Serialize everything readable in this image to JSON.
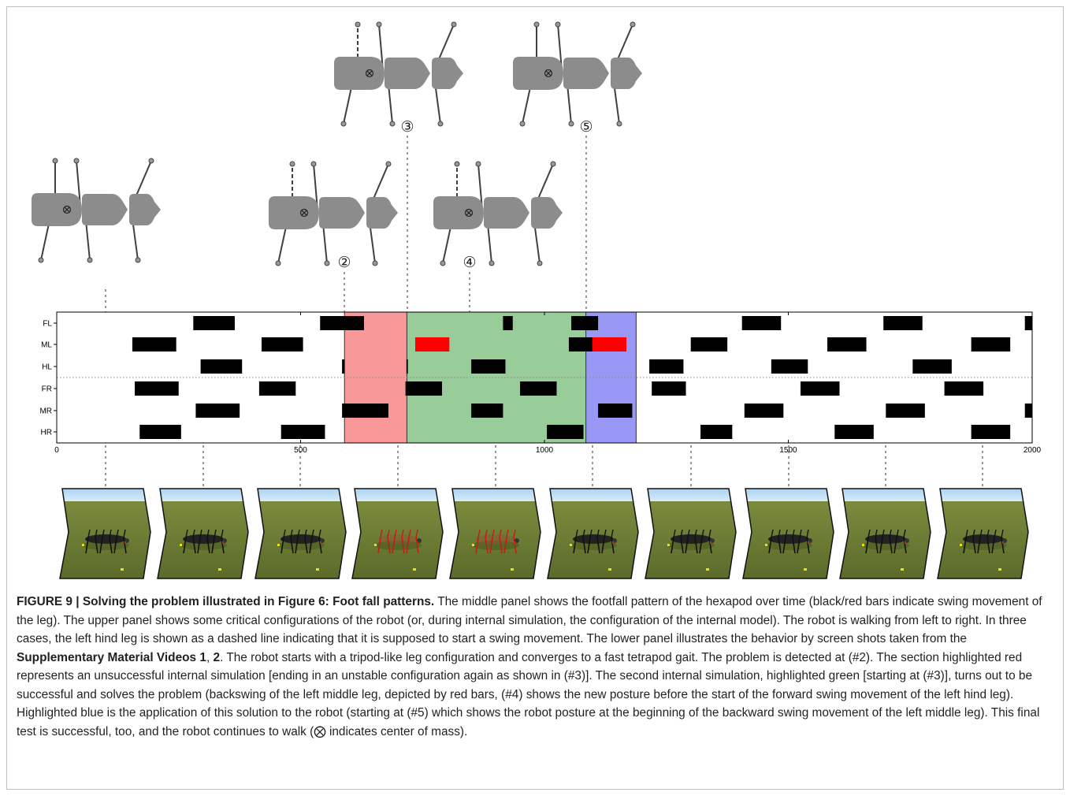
{
  "colors": {
    "swing_bar": "#000000",
    "backswing_bar": "#ff0000",
    "failed_sim": "#f89898",
    "successful_sim": "#98cc98",
    "applied_solution": "#9999f5",
    "robot_body": "#8c8c8c",
    "leg_line": "#404040"
  },
  "chart_data": {
    "type": "timeline",
    "x_ticks": [
      "0",
      "500",
      "1000",
      "1500",
      "2000"
    ],
    "xlim": [
      0,
      2000
    ],
    "rows": [
      "FL",
      "ML",
      "HL",
      "FR",
      "MR",
      "HR"
    ],
    "highlight_regions": [
      {
        "start": 590,
        "end": 718,
        "color": "#f89898"
      },
      {
        "start": 718,
        "end": 1085,
        "color": "#98cc98"
      },
      {
        "start": 1085,
        "end": 1188,
        "color": "#9999f5"
      }
    ],
    "bars": {
      "FL": [
        [
          280,
          365
        ],
        [
          540,
          630
        ],
        [
          915,
          935
        ],
        [
          1055,
          1110
        ],
        [
          1405,
          1485
        ],
        [
          1695,
          1775
        ],
        [
          1985,
          2000
        ]
      ],
      "ML": [
        [
          155,
          245
        ],
        [
          420,
          505
        ],
        [
          735,
          805,
          "red"
        ],
        [
          1050,
          1130
        ],
        [
          1098,
          1168,
          "red"
        ],
        [
          1300,
          1375
        ],
        [
          1580,
          1660
        ],
        [
          1875,
          1955
        ]
      ],
      "HL": [
        [
          295,
          380
        ],
        [
          585,
          590
        ],
        [
          717,
          720
        ],
        [
          850,
          920
        ],
        [
          1215,
          1285
        ],
        [
          1465,
          1540
        ],
        [
          1755,
          1835
        ]
      ],
      "FR": [
        [
          160,
          250
        ],
        [
          415,
          490
        ],
        [
          715,
          790
        ],
        [
          950,
          1025
        ],
        [
          1220,
          1290
        ],
        [
          1525,
          1605
        ],
        [
          1820,
          1900
        ]
      ],
      "MR": [
        [
          285,
          375
        ],
        [
          585,
          680
        ],
        [
          850,
          915
        ],
        [
          1110,
          1180
        ],
        [
          1410,
          1490
        ],
        [
          1700,
          1780
        ],
        [
          1985,
          2000
        ]
      ],
      "HR": [
        [
          170,
          255
        ],
        [
          460,
          550
        ],
        [
          1005,
          1080
        ],
        [
          1320,
          1385
        ],
        [
          1595,
          1675
        ],
        [
          1875,
          1955
        ]
      ]
    },
    "markers": [
      "②",
      "③",
      "④",
      "⑤"
    ]
  },
  "caption": {
    "figure_label": "FIGURE 9 | Solving the problem illustrated in Figure 6: Foot fall patterns.",
    "part1": " The middle panel shows the footfall pattern of the hexapod over time (black/red bars indicate swing movement of the leg). The upper panel shows some critical configurations of the robot (or, during internal simulation, the configuration of the internal model). The robot is walking from left to right. In three cases, the left hind leg is shown as a dashed line indicating that it is supposed to start a swing movement. The lower panel illustrates the behavior by screen shots taken from the ",
    "bold_ref": "Supplementary Material Videos 1",
    "comma": ", ",
    "bold_ref2": "2",
    "part2": ". The robot starts with a tripod-like leg configuration and converges to a fast tetrapod gait. The problem is detected at (#2). The section highlighted red represents an unsuccessful internal simulation [ending in an unstable configuration again as shown in (#3)]. The second internal simulation, highlighted green [starting at (#3)], turns out to be successful and solves the problem (backswing of the left middle leg, depicted by red bars, (#4) shows the new posture before the start of the forward swing movement of the left hind leg). Highlighted blue is the application of this solution to the robot (starting at (#5) which shows the robot posture at the beginning of the backward swing movement of the left middle leg). This final test is successful, too, and the robot continues to walk (",
    "com_symbol": "⨂",
    "part3": " indicates center of mass)."
  },
  "icons": {
    "center_of_mass": "circle-times-icon",
    "screenshot": "simulation-screenshot-icon"
  }
}
